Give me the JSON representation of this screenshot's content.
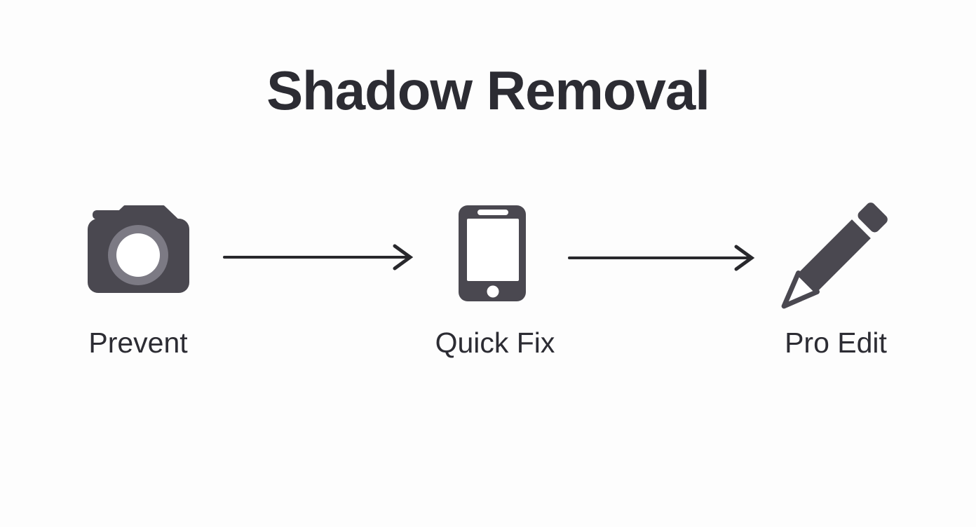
{
  "title": "Shadow Removal",
  "steps": [
    {
      "label": "Prevent",
      "icon": "camera-icon"
    },
    {
      "label": "Quick Fix",
      "icon": "smartphone-icon"
    },
    {
      "label": "Pro Edit",
      "icon": "pencil-icon"
    }
  ],
  "arrows": [
    {
      "direction": "right",
      "from": "Prevent",
      "to": "Quick Fix"
    },
    {
      "direction": "right",
      "from": "Quick Fix",
      "to": "Pro Edit"
    }
  ],
  "colors": {
    "background": "#fdfdfd",
    "icon_ink": "#4a4850",
    "text_ink": "#2c2c33",
    "arrow_ink": "#28282c",
    "lens_ring": "#7c7a84",
    "screen_white": "#ffffff"
  }
}
